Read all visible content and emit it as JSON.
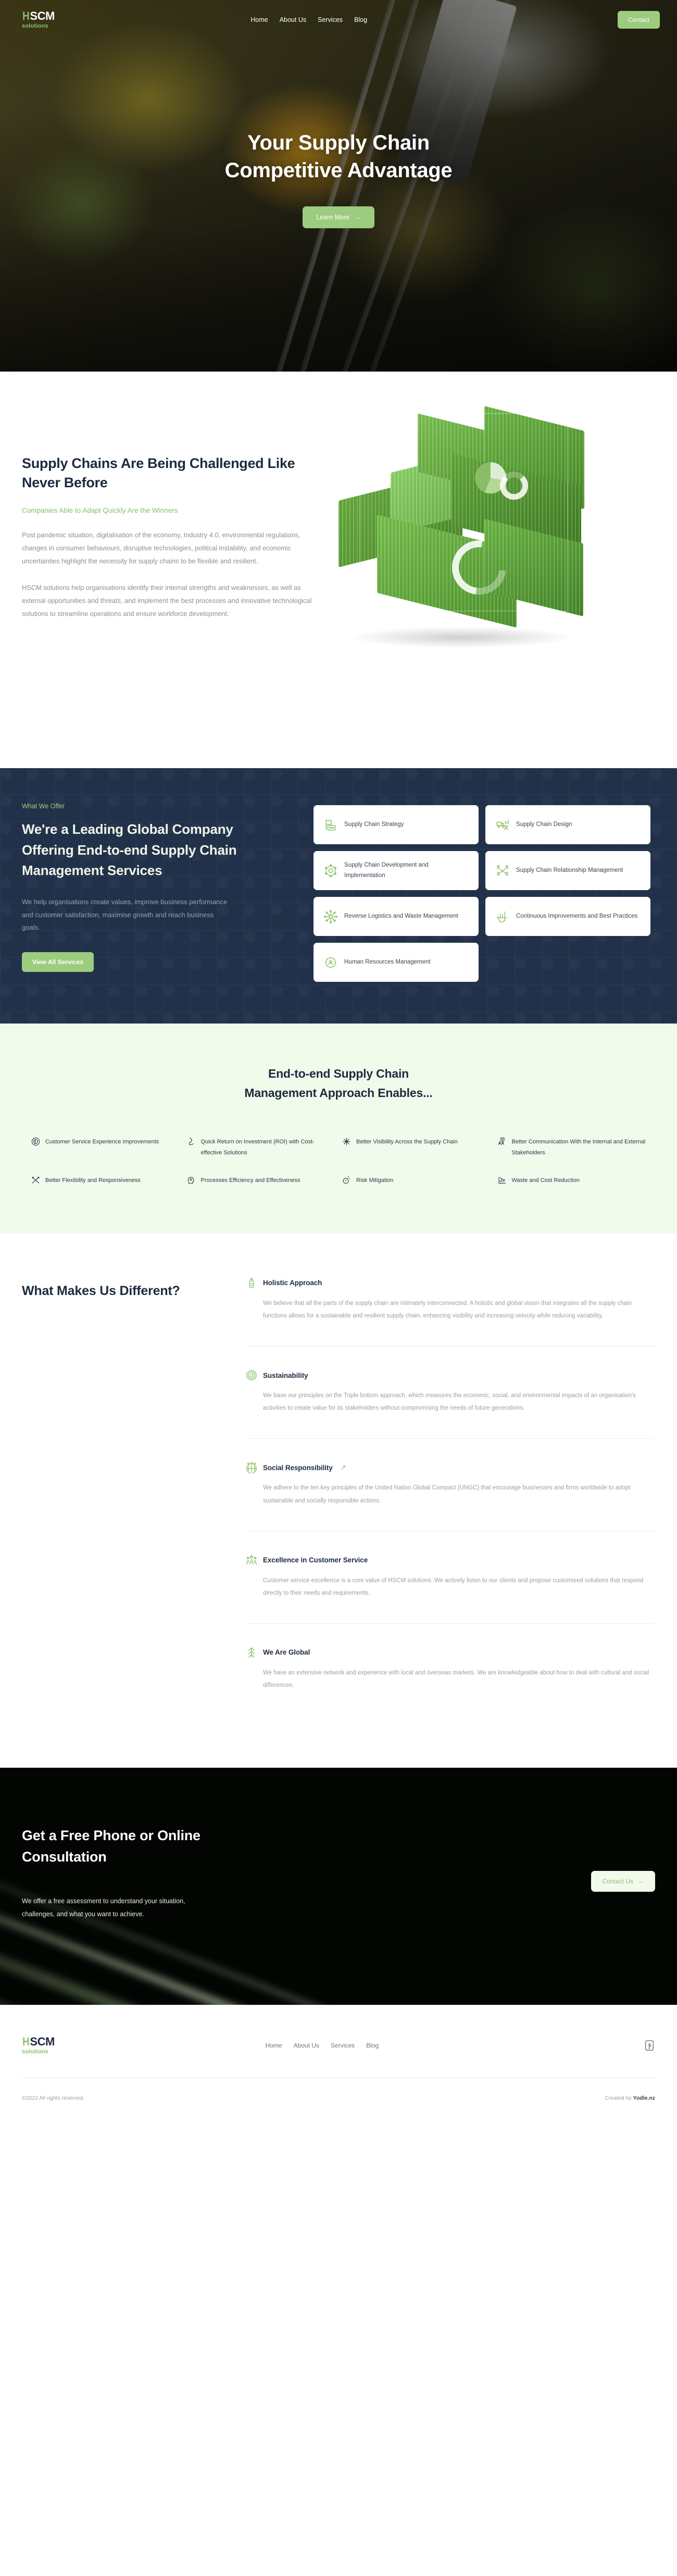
{
  "brand": {
    "logo_h": "H",
    "logo_main": "SCM",
    "logo_sub": "solutions"
  },
  "nav": {
    "links": [
      {
        "label": "Home"
      },
      {
        "label": "About Us"
      },
      {
        "label": "Services"
      },
      {
        "label": "Blog"
      }
    ],
    "contact_button": "Contact"
  },
  "hero": {
    "title_line1": "Your Supply Chain",
    "title_line2": "Competitive Advantage",
    "cta_label": "Learn More",
    "cta_arrow": "→"
  },
  "challenge": {
    "heading": "Supply Chains Are Being Challenged Like Never Before",
    "subheading": "Companies Able to Adapt Quickly Are the Winners",
    "paragraph1": "Post pandemic situation, digitalisation of the economy, Industry 4.0, environmental regulations, changes in consumer behaviours, disruptive technologies, political instability, and economic uncertainties highlight the necessity for supply chains to be flexible and resilient.",
    "paragraph2": "HSCM solutions help organisations identify their internal strengths and weaknesses, as well as external opportunities and threats, and implement the best processes and innovative technological solutions to streamline operations and ensure workforce development.",
    "image_alt": "green-shipping-containers-analytics"
  },
  "offer": {
    "eyebrow": "What We Offer",
    "heading": "We're a Leading Global Company Offering End-to-end Supply Chain Management Services",
    "paragraph": "We help organisations create values, improve business performance and customer satisfaction, maximise growth and reach business goals.",
    "button": "View All Services",
    "cards": [
      {
        "label": "Supply Chain Strategy",
        "icon": "strategy-flag-icon"
      },
      {
        "label": "Supply Chain Design",
        "icon": "truck-chart-icon"
      },
      {
        "label": "Supply Chain Development and Implementation",
        "icon": "hexagon-cube-icon"
      },
      {
        "label": "Supply Chain Relationship Management",
        "icon": "people-network-icon"
      },
      {
        "label": "Reverse Logistics and Waste Management",
        "icon": "node-network-icon"
      },
      {
        "label": "Continuous Improvements and Best Practices",
        "icon": "gear-chart-icon"
      },
      {
        "label": "Human Resources Management",
        "icon": "gear-person-icon"
      }
    ]
  },
  "enables": {
    "heading_line1": "End-to-end Supply Chain",
    "heading_line2": "Management Approach Enables...",
    "items": [
      {
        "label": "Customer Service Experience Improvements",
        "icon": "fingerprint-icon"
      },
      {
        "label": "Quick Return on Investment (ROI) with Cost-effective Solutions",
        "icon": "hand-coin-icon"
      },
      {
        "label": "Better Visibility Across the Supply Chain",
        "icon": "snowflake-node-icon"
      },
      {
        "label": "Better Communication With the Internal and External Stakeholders",
        "icon": "people-board-icon"
      },
      {
        "label": "Better Flexibility and Responsiveness",
        "icon": "crossed-arrows-icon"
      },
      {
        "label": "Processes Efficiency and Effectiveness",
        "icon": "head-gear-icon"
      },
      {
        "label": "Risk Mitigation",
        "icon": "risk-alert-icon"
      },
      {
        "label": "Waste and Cost Reduction",
        "icon": "declining-chart-icon"
      }
    ]
  },
  "different": {
    "heading": "What Makes Us Different?",
    "items": [
      {
        "title": "Holistic Approach",
        "icon": "tower-icon",
        "arrow": "",
        "body": "We believe that all the parts of the supply chain are intimately interconnected. A holistic and global vision that integrates all the supply chain functions allows for a sustainable and resilient supply chain, enhancing visibility and increasing velocity while reducing variability."
      },
      {
        "title": "Sustainability",
        "icon": "leaf-circle-icon",
        "arrow": "",
        "body": "We base our principles on the Triple bottom approach, which measures the economic, social, and environmental impacts of an organisation's activities to create value for its stakeholders without compromising the needs of future generations."
      },
      {
        "title": "Social Responsibility",
        "icon": "globe-people-icon",
        "arrow": "↗",
        "body": "We adhere to the ten key principles of the United Nation Global Compact (UNGC) that encourage businesses and firms worldwide to adopt sustainable and socially responsible actions."
      },
      {
        "title": "Excellence in Customer Service",
        "icon": "stars-people-icon",
        "arrow": "",
        "body": "Customer service excellence is a core value of HSCM solutions. We actively listen to our clients and propose customised solutions that respond directly to their needs and requirements."
      },
      {
        "title": "We Are Global",
        "icon": "global-arrows-icon",
        "arrow": "",
        "body": "We have an extensive network and experience with local and overseas markets. We are knowledgeable about how to deal with cultural and social differences."
      }
    ]
  },
  "cta": {
    "heading_line1": "Get a Free Phone or Online",
    "heading_line2": "Consultation",
    "paragraph_line1": "We offer a free assessment to understand your situation,",
    "paragraph_line2": "challenges, and what you want to achieve.",
    "button": "Contact Us",
    "button_arrow": "→"
  },
  "footer": {
    "links": [
      {
        "label": "Home"
      },
      {
        "label": "About Us"
      },
      {
        "label": "Services"
      },
      {
        "label": "Blog"
      }
    ],
    "social_icon": "facebook-icon",
    "copyright": "©2022 All rights reserved.",
    "credit_prefix": "Created by ",
    "credit_name": "Yodle.nz"
  },
  "colors": {
    "accent_green": "#9ccc7e",
    "dark_navy": "#22314a",
    "light_green_bg": "#f1fbeb",
    "text_dark": "#1d2b3f",
    "text_muted": "#8a8f96"
  }
}
